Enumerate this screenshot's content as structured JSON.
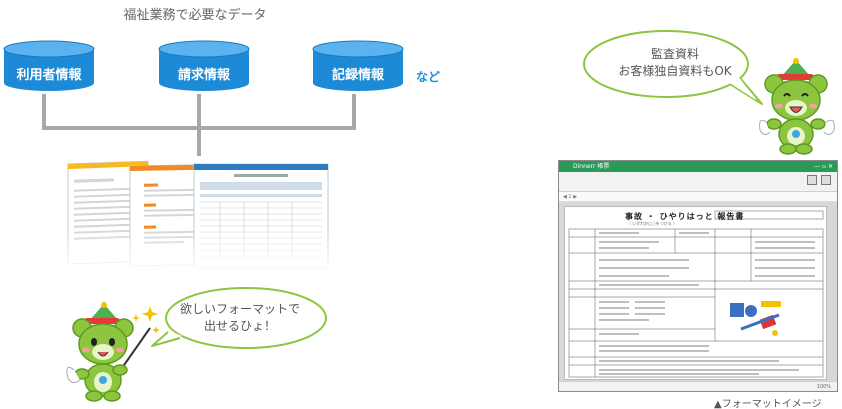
{
  "heading": "福祉業務で必要なデータ",
  "databases": [
    {
      "label": "利用者情報"
    },
    {
      "label": "請求情報"
    },
    {
      "label": "記録情報"
    }
  ],
  "databases_suffix": "など",
  "speech_left": {
    "line1": "欲しいフォーマットで",
    "line2": "出せるひょ！"
  },
  "speech_right": {
    "line1": "監査資料",
    "line2": "お客様独自資料もOK"
  },
  "document": {
    "window_title": "Dinnerr 帳票",
    "report_title": "事故 ・ ひやりはっと 報告書",
    "report_subtitle": "（ いずれかに○をつける ）",
    "zoom": "100%"
  },
  "caption": "▲フォーマットイメージ",
  "colors": {
    "database_blue": "#1d8ad8",
    "connector_gray": "#a8a8a8",
    "mascot_green": "#8cc63f",
    "window_title_green": "#2a9a58"
  },
  "icons": [
    "database-icon",
    "mascot-character",
    "sparkle-icon",
    "print-icon",
    "export-icon"
  ]
}
